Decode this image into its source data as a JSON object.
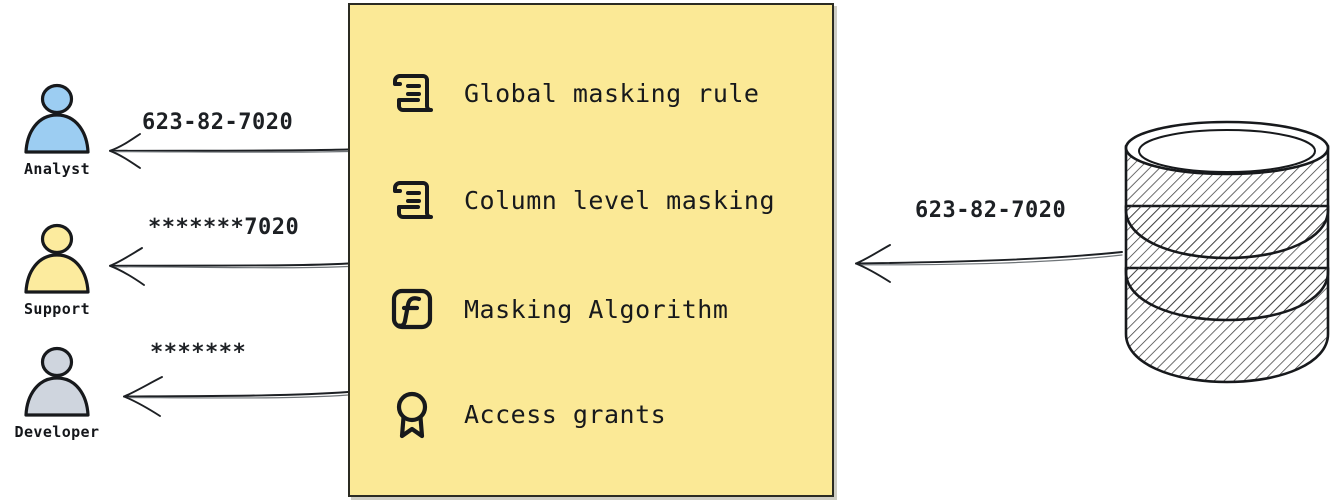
{
  "diagram": {
    "type": "data-masking-flow",
    "background_color": "#ffffff",
    "panel_color": "#fbe996",
    "stroke_color": "#17191c"
  },
  "actors": [
    {
      "id": "analyst",
      "label": "Analyst",
      "color": "#9ccdf2",
      "received_value": "623-82-7020"
    },
    {
      "id": "support",
      "label": "Support",
      "color": "#fceb9e",
      "received_value": "*******7020"
    },
    {
      "id": "developer",
      "label": "Developer",
      "color": "#cfd5de",
      "received_value": "*******"
    }
  ],
  "policy_panel": {
    "rows": [
      {
        "icon": "scroll-icon",
        "label": "Global masking rule"
      },
      {
        "icon": "scroll-icon",
        "label": "Column level masking"
      },
      {
        "icon": "function-icon",
        "label": "Masking Algorithm"
      },
      {
        "icon": "award-icon",
        "label": "Access grants"
      }
    ]
  },
  "source": {
    "icon": "database-icon",
    "label": "",
    "emitted_value": "623-82-7020"
  }
}
